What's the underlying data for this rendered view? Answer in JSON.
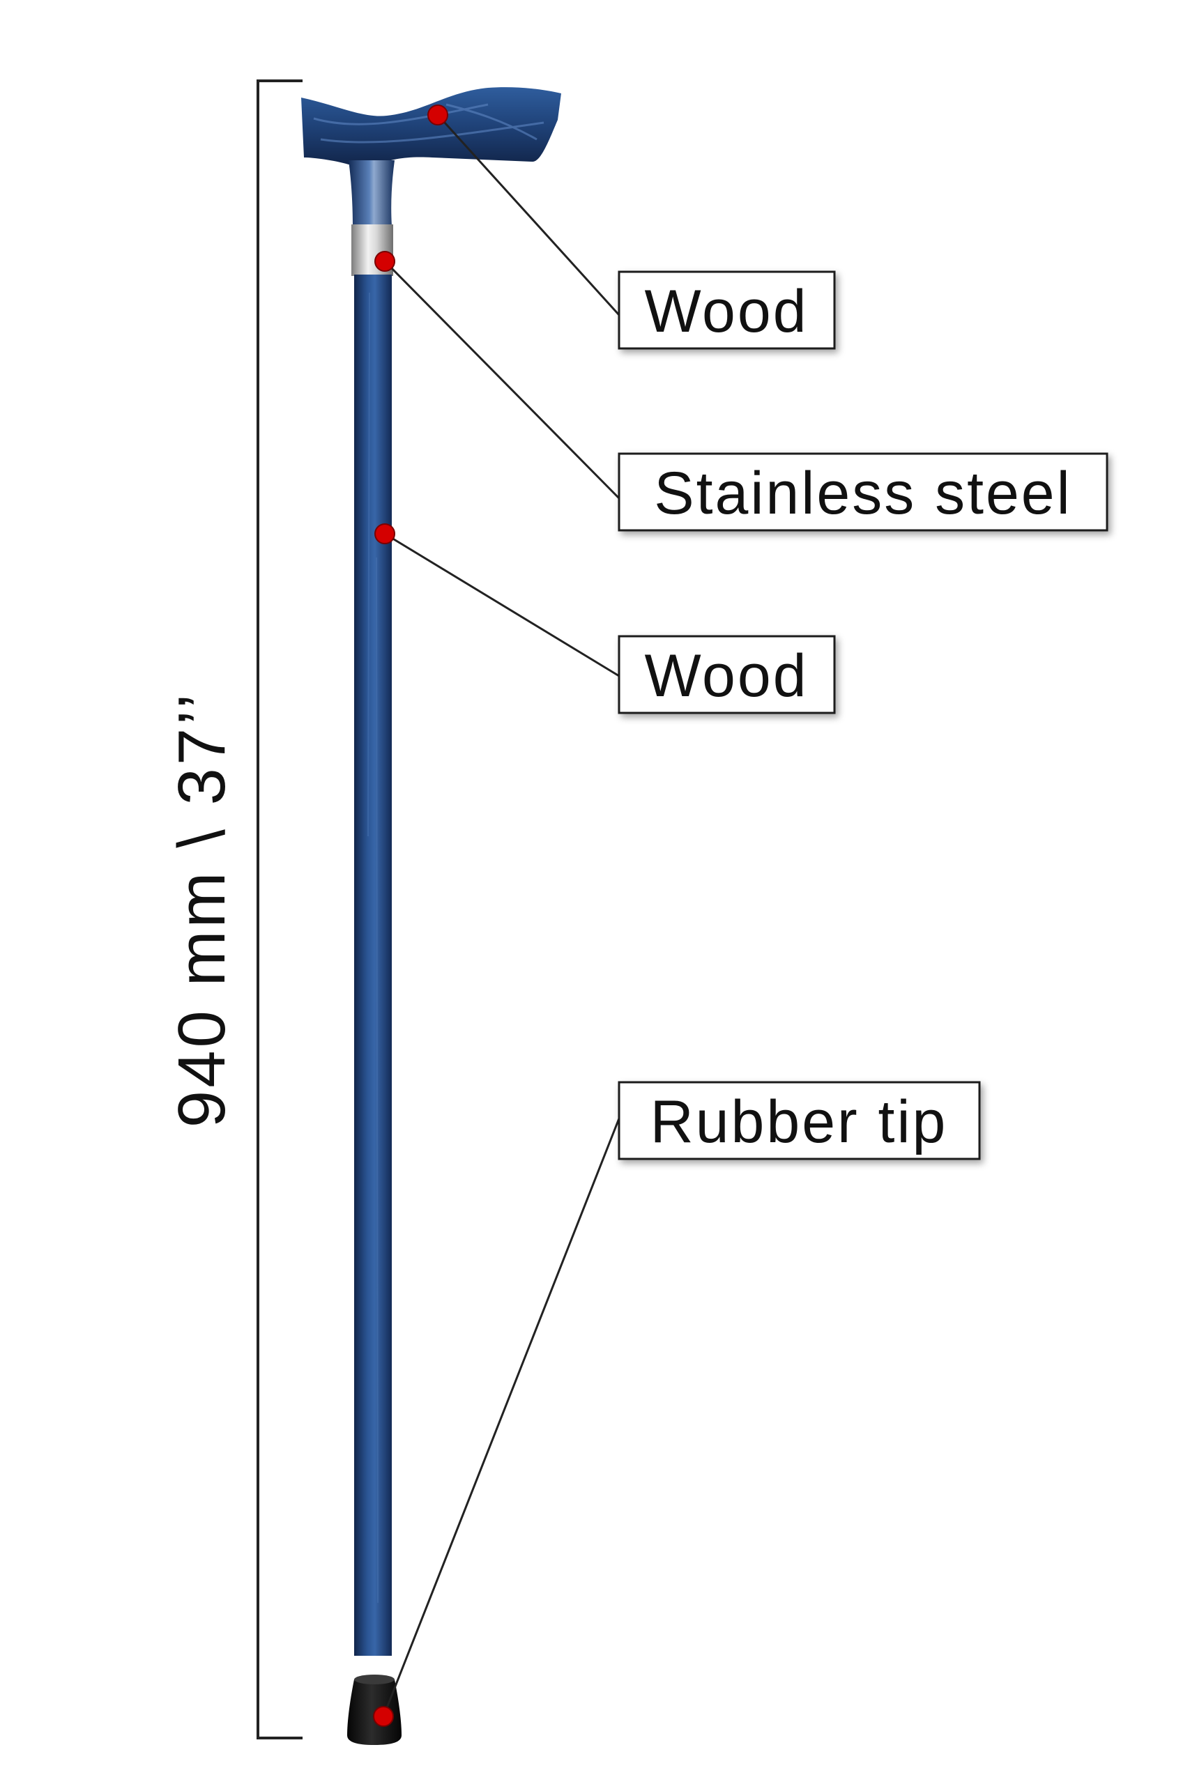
{
  "dimension": {
    "label": "940 mm \\ 37’’"
  },
  "callouts": [
    {
      "id": "handle",
      "label": "Wood"
    },
    {
      "id": "collar",
      "label": "Stainless steel"
    },
    {
      "id": "shaft",
      "label": "Wood"
    },
    {
      "id": "tip",
      "label": "Rubber tip"
    }
  ],
  "colors": {
    "wood": "#1f3f73",
    "wood_dark": "#152c52",
    "steel": "#c9c9c9",
    "rubber": "#111111",
    "marker": "#d40000",
    "line": "#222222"
  }
}
